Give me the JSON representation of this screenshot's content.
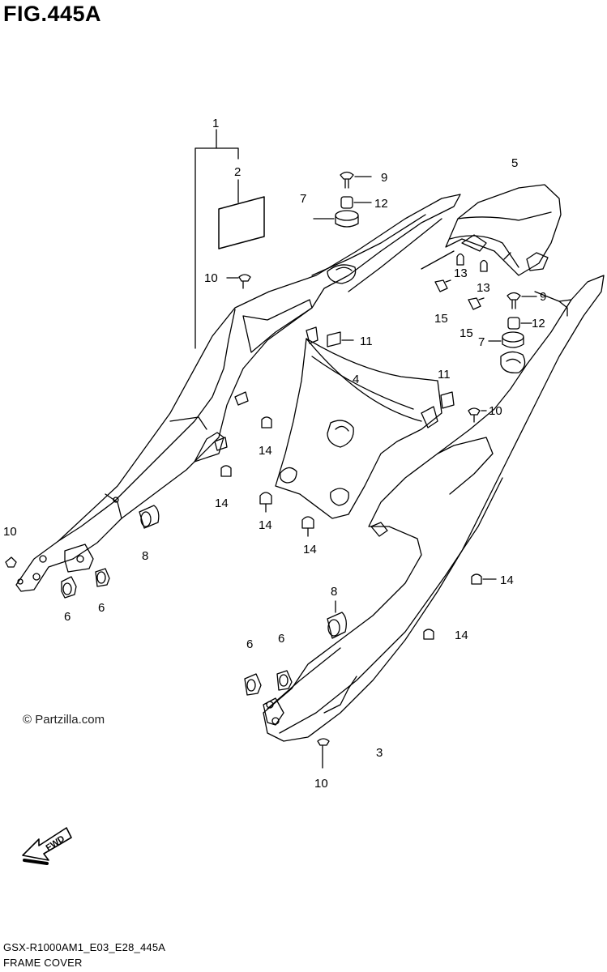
{
  "figure": {
    "title": "FIG.445A"
  },
  "watermark": "© Partzilla.com",
  "fwd_label": "FWD",
  "footer": {
    "code": "GSX-R1000AM1_E03_E28_445A",
    "caption": "FRAME COVER"
  },
  "callouts": [
    {
      "id": "c1",
      "text": "1"
    },
    {
      "id": "c2",
      "text": "2"
    },
    {
      "id": "c3",
      "text": "3"
    },
    {
      "id": "c4",
      "text": "4"
    },
    {
      "id": "c5",
      "text": "5"
    },
    {
      "id": "c6a",
      "text": "6"
    },
    {
      "id": "c6b",
      "text": "6"
    },
    {
      "id": "c6c",
      "text": "6"
    },
    {
      "id": "c6d",
      "text": "6"
    },
    {
      "id": "c7a",
      "text": "7"
    },
    {
      "id": "c7b",
      "text": "7"
    },
    {
      "id": "c8a",
      "text": "8"
    },
    {
      "id": "c8b",
      "text": "8"
    },
    {
      "id": "c9a",
      "text": "9"
    },
    {
      "id": "c9b",
      "text": "9"
    },
    {
      "id": "c10a",
      "text": "10"
    },
    {
      "id": "c10b",
      "text": "10"
    },
    {
      "id": "c10c",
      "text": "10"
    },
    {
      "id": "c10d",
      "text": "10"
    },
    {
      "id": "c11a",
      "text": "11"
    },
    {
      "id": "c11b",
      "text": "11"
    },
    {
      "id": "c12a",
      "text": "12"
    },
    {
      "id": "c12b",
      "text": "12"
    },
    {
      "id": "c13a",
      "text": "13"
    },
    {
      "id": "c13b",
      "text": "13"
    },
    {
      "id": "c14a",
      "text": "14"
    },
    {
      "id": "c14b",
      "text": "14"
    },
    {
      "id": "c14c",
      "text": "14"
    },
    {
      "id": "c14d",
      "text": "14"
    },
    {
      "id": "c14e",
      "text": "14"
    },
    {
      "id": "c14f",
      "text": "14"
    },
    {
      "id": "c15a",
      "text": "15"
    },
    {
      "id": "c15b",
      "text": "15"
    }
  ]
}
